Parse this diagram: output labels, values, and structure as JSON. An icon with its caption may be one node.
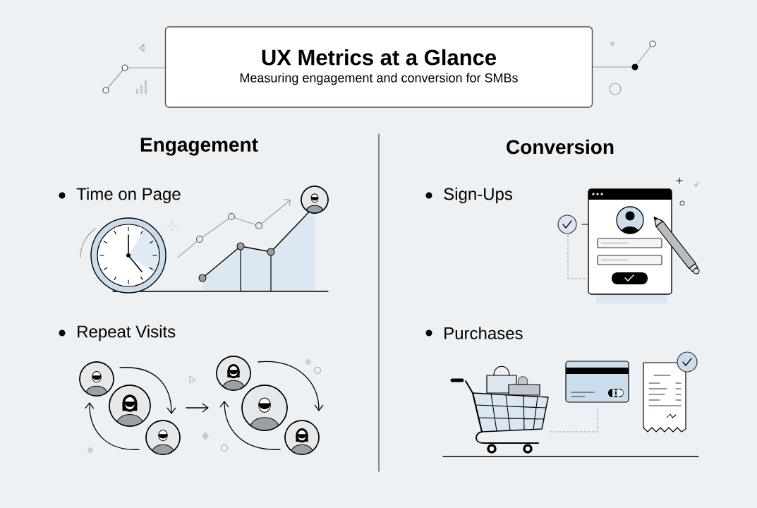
{
  "diagram": {
    "nodes": [
      {
        "text": [
          "UX Metrics at a Glance",
          "Measuring engagement and conversion for SMBs"
        ]
      }
    ],
    "labels": [
      "Engagement",
      "Conversion",
      "Time on Page",
      "Sign-Ups",
      "Repeat Visits",
      "Purchases"
    ]
  }
}
